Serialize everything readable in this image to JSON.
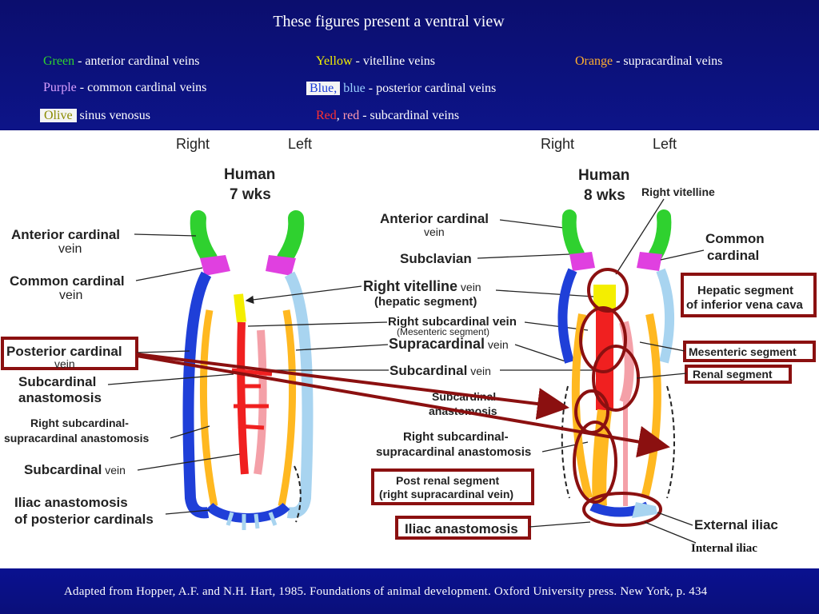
{
  "title": "These figures present a ventral view",
  "legend": {
    "green": {
      "key": "Green",
      "text": " - anterior cardinal veins"
    },
    "purple": {
      "key": "Purple",
      "text": " - common cardinal veins"
    },
    "olive": {
      "key": "Olive",
      "text": " sinus venosus"
    },
    "yellow": {
      "key": "Yellow",
      "text": " - vitelline veins"
    },
    "blue": {
      "key1": "Blue,",
      "key2": "blue",
      "text": " - posterior cardinal veins"
    },
    "red": {
      "key1": "Red",
      "sep": ", ",
      "key2": "red",
      "text": " - subcardinal veins"
    },
    "orange": {
      "key": "Orange",
      "text": " - supracardinal veins"
    }
  },
  "colors": {
    "anterior_cardinal": "#2fd12f",
    "common_cardinal": "#e040e0",
    "posterior_cardinal": "#1f3fd8",
    "posterior_cardinal_light": "#a8d4f0",
    "vitelline": "#f4ee00",
    "subcardinal": "#f02020",
    "subcardinal_light": "#f4a0a8",
    "supracardinal": "#ffb820",
    "highlight": "#8b1010"
  },
  "figure_left": {
    "right": "Right",
    "left": "Left",
    "stage_line1": "Human",
    "stage_line2": "7 wks",
    "labels": {
      "anterior_cardinal_1": "Anterior cardinal",
      "anterior_cardinal_2": "vein",
      "common_cardinal_1": "Common cardinal",
      "common_cardinal_2": "vein",
      "posterior_cardinal_1": "Posterior cardinal",
      "posterior_cardinal_2": "vein",
      "subcardinal_anast_1": "Subcardinal",
      "subcardinal_anast_2": "anastomosis",
      "right_sub_supra_1": "Right subcardinal-",
      "right_sub_supra_2": "supracardinal anastomosis",
      "subcardinal_vein_1": "Subcardinal",
      "subcardinal_vein_2": " vein",
      "iliac_1": "Iliac anastomosis",
      "iliac_2": "of posterior cardinals"
    }
  },
  "figure_middle": {
    "anterior_cardinal_1": "Anterior cardinal",
    "anterior_cardinal_2": "vein",
    "subclavian": "Subclavian",
    "right_vitelline_1": "Right vitelline",
    "right_vitelline_1b": " vein",
    "right_vitelline_2": "(hepatic segment)",
    "right_subcardinal": "Right subcardinal vein",
    "mesenteric_note": "(Mesenteric segment)",
    "supracardinal_1": "Supracardinal",
    "supracardinal_2": " vein",
    "subcardinal_1": "Subcardinal",
    "subcardinal_2": " vein",
    "subcardinal_anast_1": "Subcardinal",
    "subcardinal_anast_2": "anastomosis",
    "right_sub_supra_1": "Right subcardinal-",
    "right_sub_supra_2": "supracardinal anastomosis",
    "post_renal_1": "Post renal segment",
    "post_renal_2": "(right supracardinal vein)",
    "iliac": "Iliac anastomosis"
  },
  "figure_right": {
    "right": "Right",
    "left": "Left",
    "stage_line1": "Human",
    "stage_line2": "8 wks",
    "right_vitelline": "Right vitelline",
    "common_cardinal_1": "Common",
    "common_cardinal_2": "cardinal",
    "hepatic_1": "Hepatic segment",
    "hepatic_2": "of inferior vena cava",
    "mesenteric": "Mesenteric segment",
    "renal": "Renal segment",
    "external_iliac": "External iliac",
    "internal_iliac": "Internal iliac"
  },
  "source": "Adapted from Hopper, A.F. and N.H. Hart, 1985. Foundations of animal development. Oxford University press. New York, p. 434"
}
